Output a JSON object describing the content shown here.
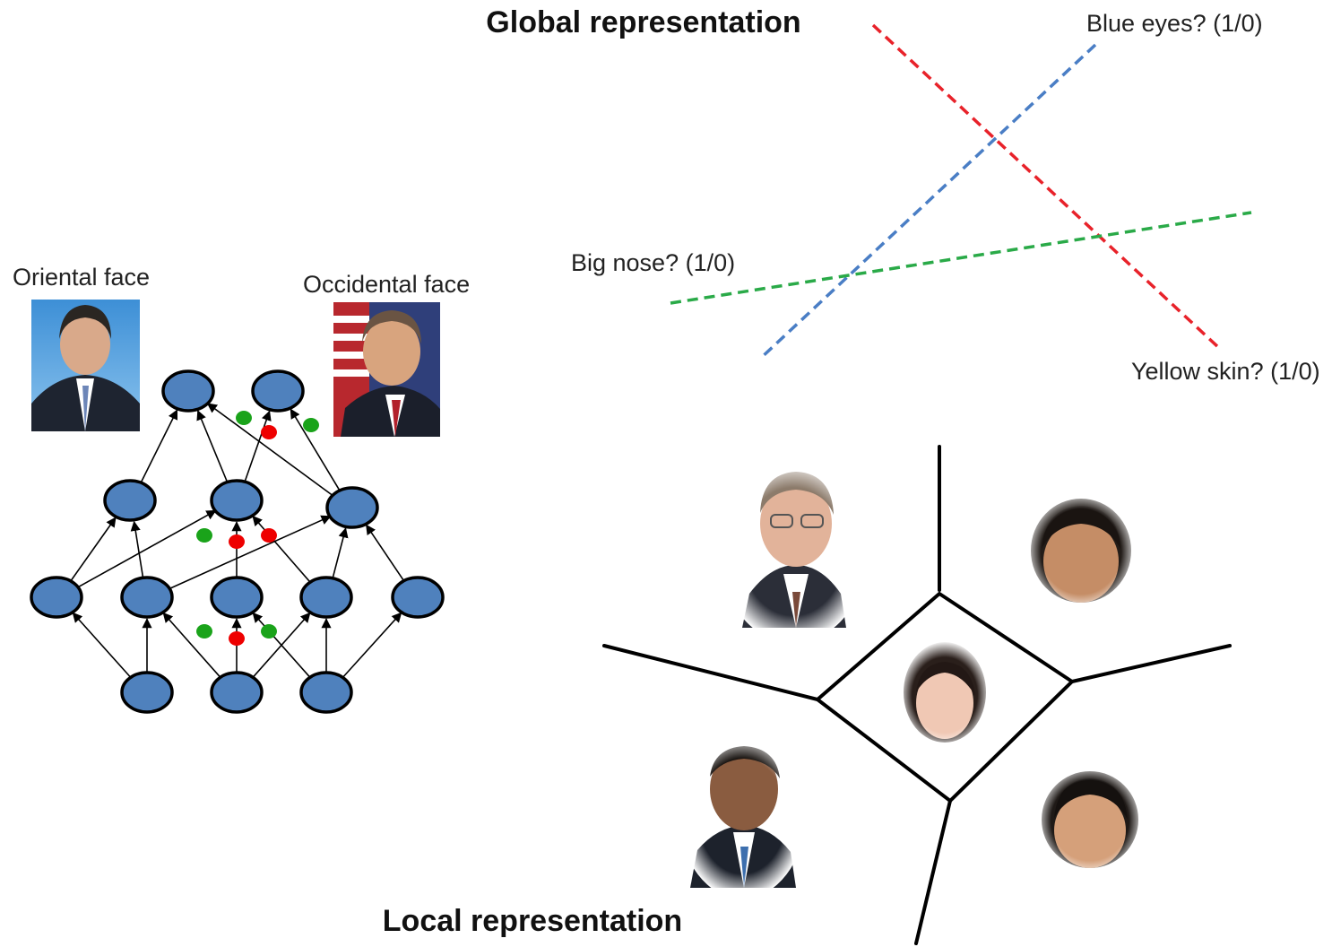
{
  "global": {
    "title": "Global representation",
    "questions": [
      {
        "label": "Blue eyes? (1/0)",
        "color": "#4a7ec5"
      },
      {
        "label": "Yellow skin? (1/0)",
        "color": "#e8222a"
      },
      {
        "label": "Big nose? (1/0)",
        "color": "#2aaa48"
      }
    ]
  },
  "network": {
    "left_face_label": "Oriental face",
    "right_face_label": "Occidental face",
    "node_color": "#4f81bd",
    "active_colors": {
      "excitatory": "#1aa31a",
      "inhibitory": "#ee0000"
    }
  },
  "local": {
    "title": "Local representation",
    "face_photos": [
      "face-top-left",
      "face-top-right",
      "face-center",
      "face-bottom-left",
      "face-bottom-right"
    ]
  }
}
